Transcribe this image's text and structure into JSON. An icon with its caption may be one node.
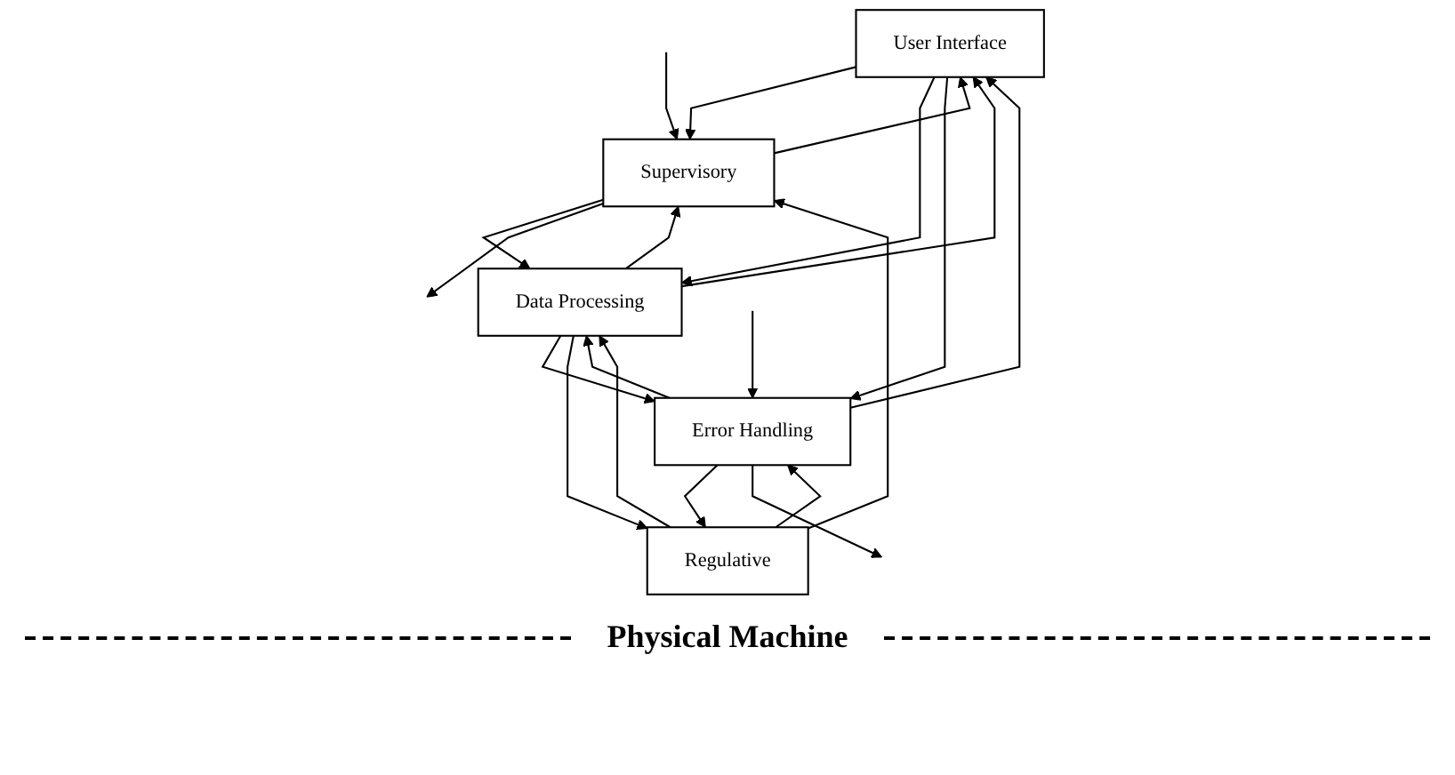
{
  "diagram": {
    "nodes": [
      {
        "text": [
          "User Interface"
        ]
      },
      {
        "text": [
          "Supervisory"
        ]
      },
      {
        "text": [
          "Data Processing"
        ]
      },
      {
        "text": [
          "Error Handling"
        ]
      },
      {
        "text": [
          "Regulative"
        ]
      }
    ],
    "edges": [
      {
        "from": 1,
        "to": 0,
        "arrow": "to"
      },
      {
        "from": 0,
        "to": 1,
        "arrow": "to"
      },
      {
        "from": 2,
        "to": 0,
        "arrow": "to"
      },
      {
        "from": 0,
        "to": 2,
        "arrow": "to"
      },
      {
        "from": 3,
        "to": 0,
        "arrow": "to"
      },
      {
        "from": 0,
        "to": 3,
        "arrow": "to"
      },
      {
        "from": 1,
        "to": 2,
        "arrow": "to"
      },
      {
        "from": 2,
        "to": 1,
        "arrow": "to"
      },
      {
        "from": 2,
        "to": 3,
        "arrow": "to"
      },
      {
        "from": 3,
        "to": 2,
        "arrow": "to"
      },
      {
        "from": null,
        "to": 1,
        "arrow": "to"
      },
      {
        "from": 1,
        "to": null,
        "arrow": "to"
      },
      {
        "from": 4,
        "to": 1,
        "arrow": "to"
      },
      {
        "from": 4,
        "to": 2,
        "arrow": "to"
      },
      {
        "from": 2,
        "to": 4,
        "arrow": "to"
      },
      {
        "from": 4,
        "to": 3,
        "arrow": "to"
      },
      {
        "from": 3,
        "to": 4,
        "arrow": "to"
      },
      {
        "from": null,
        "to": 3,
        "arrow": "to"
      },
      {
        "from": 3,
        "to": null,
        "arrow": "to"
      }
    ],
    "labels": [
      "Physical Machine"
    ]
  }
}
